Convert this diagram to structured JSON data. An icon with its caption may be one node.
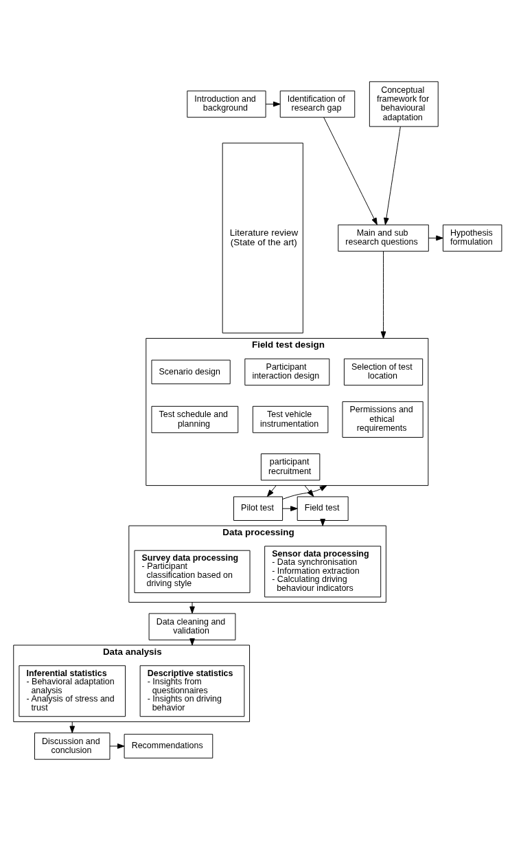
{
  "diagram": {
    "nodes": [
      {
        "text": [
          "Introduction and background"
        ]
      },
      {
        "text": [
          "Identification of research gap"
        ]
      },
      {
        "text": [
          "Conceptual framework for behavioural adaptation"
        ]
      },
      {
        "text": [
          "Hypothesis formulation"
        ]
      },
      {
        "text": [
          "Main and sub research questions"
        ]
      },
      {
        "text": [
          "Field test design"
        ]
      },
      {
        "text": [
          "Selection of test location"
        ],
        "in": 5
      },
      {
        "text": [
          "Participant interaction design"
        ],
        "in": 5
      },
      {
        "text": [
          "Scenario design"
        ],
        "in": 5
      },
      {
        "text": [
          "Permissions and ethical requirements"
        ],
        "in": 5
      },
      {
        "text": [
          "Test vehicle instrumentation"
        ],
        "in": 5
      },
      {
        "text": [
          "Test schedule and planning"
        ],
        "in": 5
      },
      {
        "text": [
          "participant recruitment"
        ],
        "in": 5
      },
      {
        "text": [
          "Pilot test"
        ]
      },
      {
        "text": [
          "Field test"
        ]
      },
      {
        "text": [
          "Data processing"
        ]
      },
      {
        "text": [
          "Sensor data processing",
          "- Data synchronisation",
          "- Information extraction",
          "- Calculating driving behaviour indicators"
        ],
        "in": 15
      },
      {
        "text": [
          "Survey data processing",
          "- Participant classification based on driving style"
        ],
        "in": 15
      },
      {
        "text": [
          "Data cleaning and validation"
        ]
      },
      {
        "text": [
          "Data analysis"
        ]
      },
      {
        "text": [
          "Descriptive statistics",
          "- Insights from questionnaires",
          "- Insights on driving behavior"
        ],
        "in": 19
      },
      {
        "text": [
          "Inferential statistics",
          "- Behavioral adaptation analysis",
          "- Analysis of stress and trust"
        ],
        "in": 19
      },
      {
        "text": [
          "Discussion and conclusion"
        ]
      },
      {
        "text": [
          "Recommendations"
        ]
      },
      {
        "text": [
          "Literature review (State of the art)"
        ]
      }
    ],
    "edges": [
      {
        "from": 0,
        "to": 1,
        "arrow": "to"
      },
      {
        "from": 1,
        "to": 4,
        "arrow": "to"
      },
      {
        "from": 2,
        "to": 4,
        "arrow": "to"
      },
      {
        "from": 4,
        "to": 3,
        "arrow": "to"
      },
      {
        "from": 4,
        "to": 5,
        "arrow": "to"
      },
      {
        "from": 5,
        "to": 13,
        "arrow": "to"
      },
      {
        "from": 5,
        "to": 14,
        "arrow": "to"
      },
      {
        "from": 13,
        "to": 14,
        "arrow": "to"
      },
      {
        "from": 13,
        "to": 5,
        "arrow": "to"
      },
      {
        "from": 14,
        "to": 15,
        "arrow": "to"
      },
      {
        "from": 15,
        "to": 18,
        "arrow": "to"
      },
      {
        "from": 18,
        "to": 19,
        "arrow": "to"
      },
      {
        "from": 19,
        "to": 22,
        "arrow": "to"
      },
      {
        "from": 22,
        "to": 23,
        "arrow": "to"
      }
    ]
  }
}
